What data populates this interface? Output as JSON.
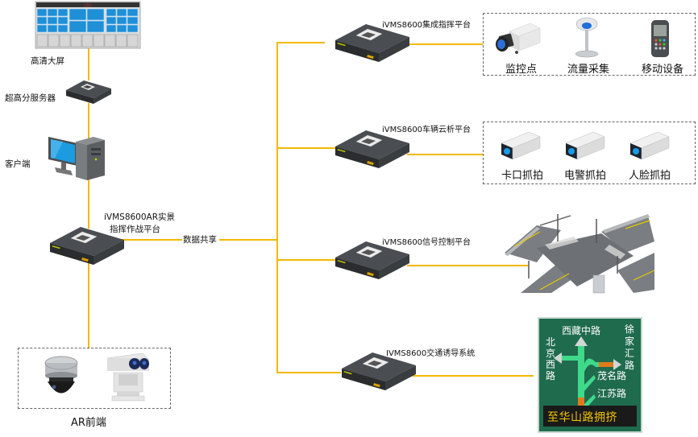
{
  "colors": {
    "wire": "#f5b800",
    "server_body": "#3a3d40",
    "sign_green": "#1f6b4e",
    "sign_arrow": "#3fd98a",
    "sign_congested": "#e07b1a"
  },
  "left_chain": {
    "video_wall": {
      "label": "高清大屏",
      "screen_text": "LED",
      "icon": "video-wall-icon"
    },
    "hires_server": {
      "label": "超高分服务器",
      "icon": "server-icon"
    },
    "client": {
      "label": "客户端",
      "icon": "desktop-computer-icon"
    },
    "ar_platform": {
      "label_line1": "iVMS8600AR实景",
      "label_line2": "指挥作战平台",
      "icon": "server-icon"
    },
    "ar_frontend": {
      "label": "AR前端",
      "devices": [
        {
          "name": "panoramic-dome-camera",
          "icon": "dome-camera-icon"
        },
        {
          "name": "dual-lens-ptz-camera",
          "icon": "ptz-camera-icon"
        }
      ]
    }
  },
  "data_sharing_label": "数据共享",
  "platforms": [
    {
      "label": "iVMS8600集成指挥平台",
      "icon": "server-icon",
      "devices": [
        {
          "label": "监控点",
          "icon": "box-camera-icon"
        },
        {
          "label": "流量采集",
          "icon": "traffic-sensor-icon"
        },
        {
          "label": "移动设备",
          "icon": "handheld-terminal-icon"
        }
      ]
    },
    {
      "label": "iVMS8600车辆云析平台",
      "icon": "server-icon",
      "devices": [
        {
          "label": "卡口抓拍",
          "icon": "bullet-camera-icon"
        },
        {
          "label": "电警抓拍",
          "icon": "bullet-camera-icon"
        },
        {
          "label": "人脸抓拍",
          "icon": "bullet-camera-icon"
        }
      ]
    },
    {
      "label": "iVMS8600信号控制平台",
      "icon": "server-icon",
      "illustration": "intersection-icon"
    },
    {
      "label": "IVMS8600交通诱导系统",
      "icon": "server-icon",
      "guidance_sign": {
        "top_road": "西藏中路",
        "left_road": [
          "北",
          "京",
          "西",
          "路"
        ],
        "right_road": [
          "徐",
          "家",
          "汇",
          "路"
        ],
        "branch_roads": [
          "茂名路",
          "江苏路"
        ],
        "message": "至华山路拥挤"
      }
    }
  ]
}
